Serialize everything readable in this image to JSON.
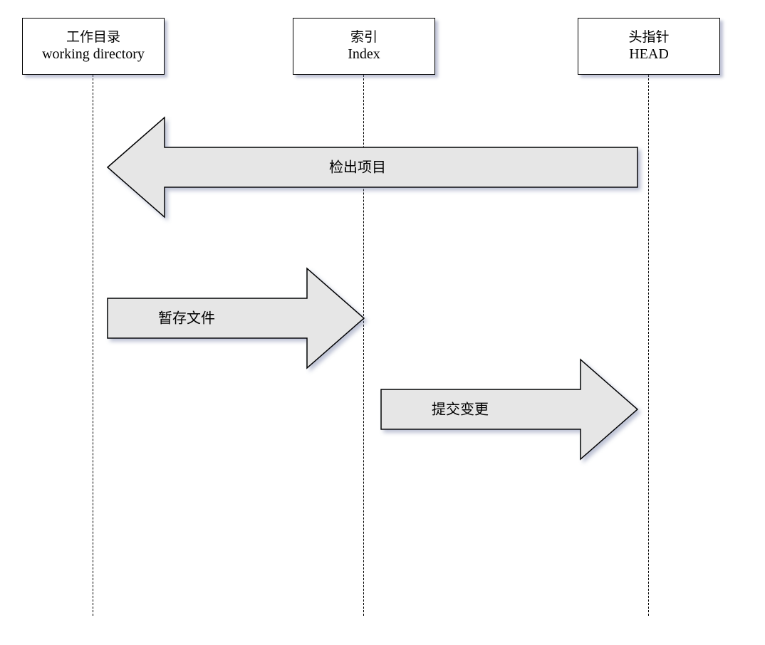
{
  "participants": {
    "working_directory": {
      "title": "工作目录",
      "subtitle": "working directory"
    },
    "index": {
      "title": "索引",
      "subtitle": "Index"
    },
    "head": {
      "title": "头指针",
      "subtitle": "HEAD"
    }
  },
  "arrows": {
    "checkout": {
      "label": "检出项目",
      "from": "HEAD",
      "to": "working directory"
    },
    "stage": {
      "label": "暂存文件",
      "from": "working directory",
      "to": "Index"
    },
    "commit": {
      "label": "提交变更",
      "from": "Index",
      "to": "HEAD"
    }
  },
  "colors": {
    "arrow_fill": "#e6e6e6",
    "stroke": "#000000",
    "box_fill": "#ffffff",
    "shadow": "#6e78a0"
  }
}
